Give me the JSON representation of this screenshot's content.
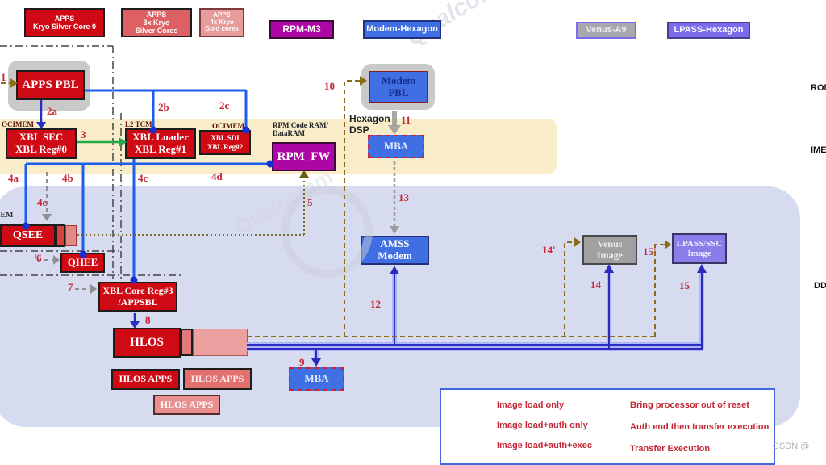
{
  "legend_top": {
    "apps_core0": "APPS\nKryo Silver Core 0",
    "apps_silver": "APPS\n3x Kryo\nSilver Cores",
    "apps_gold": "APPS\n4x Kryo\nGold cores",
    "rpm": "RPM-M3",
    "modem": "Modem-Hexagon",
    "venus": "Venus-A9",
    "lpass": "LPASS-Hexagon"
  },
  "regions": {
    "rom": "ROM",
    "imem": "IMEM",
    "ddr": "DDR"
  },
  "mem": {
    "ocimem_left": "OCIMEM",
    "l2tcm": "L2 TCM",
    "ocimem_right": "OCIMEM",
    "rpm_ram": "RPM Code RAM/\nDataRAM",
    "hexagon": "Hexagon\nDSP",
    "imem": "IMEM"
  },
  "boxes": {
    "apps_pbl": "APPS PBL",
    "xbl_sec": "XBL SEC\nXBL Reg#0",
    "xbl_loader": "XBL Loader\nXBL Reg#1",
    "xbl_sdi": "XBL SDI\nXBL Reg#2",
    "rpm_fw": "RPM_FW",
    "modem_pbl": "Modem\nPBL",
    "mba_top": "MBA",
    "amss": "AMSS\nModem",
    "qsee": "QSEE",
    "qhee": "QHEE",
    "xbl_core": "XBL Core Reg#3\n/APPSBL",
    "hlos": "HLOS",
    "hlos_apps1": "HLOS APPS",
    "hlos_apps2": "HLOS APPS",
    "hlos_apps3": "HLOS APPS",
    "mba_bottom": "MBA",
    "venus_img": "Venus\nImage",
    "lpass_img": "LPASS/SSC\nImage"
  },
  "steps": {
    "s1": "1",
    "s2a": "2a",
    "s2b": "2b",
    "s2c": "2c",
    "s3": "3",
    "s4a": "4a",
    "s4b": "4b",
    "s4c": "4c",
    "s4d": "4d",
    "s4e": "4e",
    "s5": "5",
    "s6": "6",
    "s7": "7",
    "s8": "8",
    "s9": "9",
    "s10": "10",
    "s11": "11",
    "s12": "12",
    "s13": "13",
    "s14": "14",
    "s14p": "14'",
    "s15": "15",
    "s15p": "15'"
  },
  "legend": {
    "load_only": "Image load only",
    "load_auth": "Image load+auth only",
    "load_auth_exec": "Image load+auth+exec",
    "reset": "Bring processor out of reset",
    "auth_transfer": "Auth end then transfer execution",
    "transfer": "Transfer Execution"
  },
  "watermark": {
    "csdn": "CSDN @",
    "diagonal": "Qualcomm"
  },
  "colors": {
    "red_box": "#cf0a14",
    "light_red_box": "#dd6164",
    "pink_box": "#e89b9b",
    "blue_box": "#3f6fe3",
    "purple_box": "#ad06a5",
    "venus_gray": "#a0a0a0",
    "lpass_purple": "#8b7de9",
    "cream_band": "#f8ecc9",
    "ddr_lavender": "#d7dbf0",
    "arrow_load_auth": "#1c5ef0",
    "arrow_exec": "#2b2bc0",
    "arrow_transfer": "#1faa4a",
    "arrow_reset": "#8a6d14",
    "arrow_auth_end": "#909090",
    "step_label": "#c42836"
  }
}
